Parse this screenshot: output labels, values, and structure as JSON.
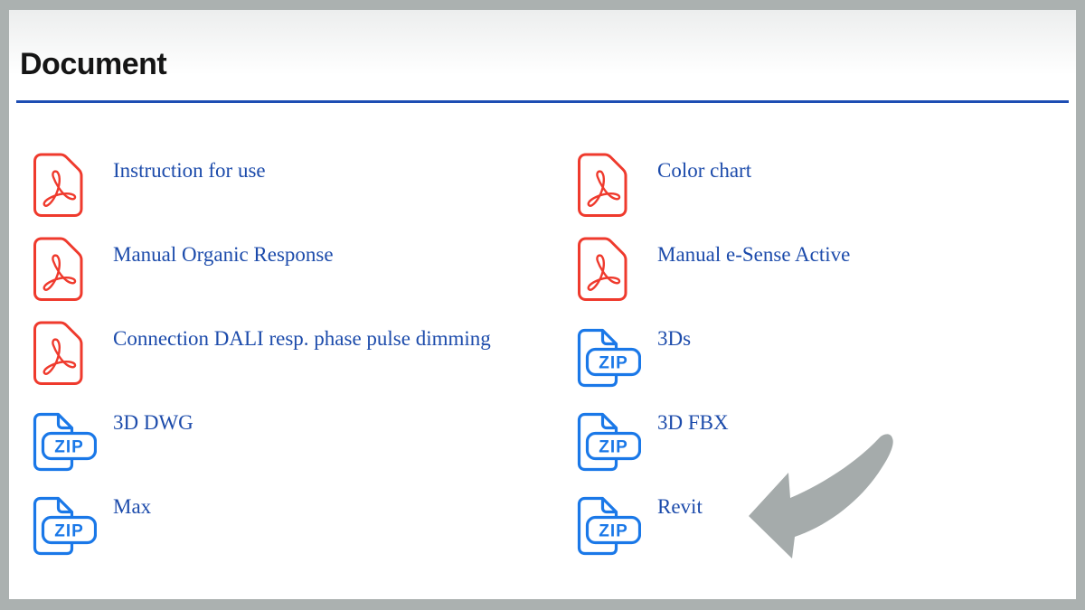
{
  "page": {
    "title": "Document"
  },
  "icons": {
    "zip_badge_label": "ZIP",
    "pdf_color": "#ef3a2d",
    "zip_color": "#1a78e8",
    "link_color": "#1c4bab",
    "underline_color": "#1d4db3",
    "frame_color": "#abb1b0",
    "arrow_color": "#a5abab"
  },
  "columns": {
    "left": {
      "items": [
        {
          "label": "Instruction for use",
          "file_type": "pdf"
        },
        {
          "label": "Manual Organic Response",
          "file_type": "pdf"
        },
        {
          "label": "Connection DALI resp. phase pulse dimming",
          "file_type": "pdf"
        },
        {
          "label": "3D DWG",
          "file_type": "zip"
        },
        {
          "label": "Max",
          "file_type": "zip"
        }
      ]
    },
    "right": {
      "items": [
        {
          "label": "Color chart",
          "file_type": "pdf"
        },
        {
          "label": "Manual e-Sense Active",
          "file_type": "pdf"
        },
        {
          "label": "3Ds",
          "file_type": "zip"
        },
        {
          "label": "3D FBX",
          "file_type": "zip"
        },
        {
          "label": "Revit",
          "file_type": "zip"
        }
      ]
    }
  },
  "annotation": {
    "arrow_target": "Revit"
  }
}
